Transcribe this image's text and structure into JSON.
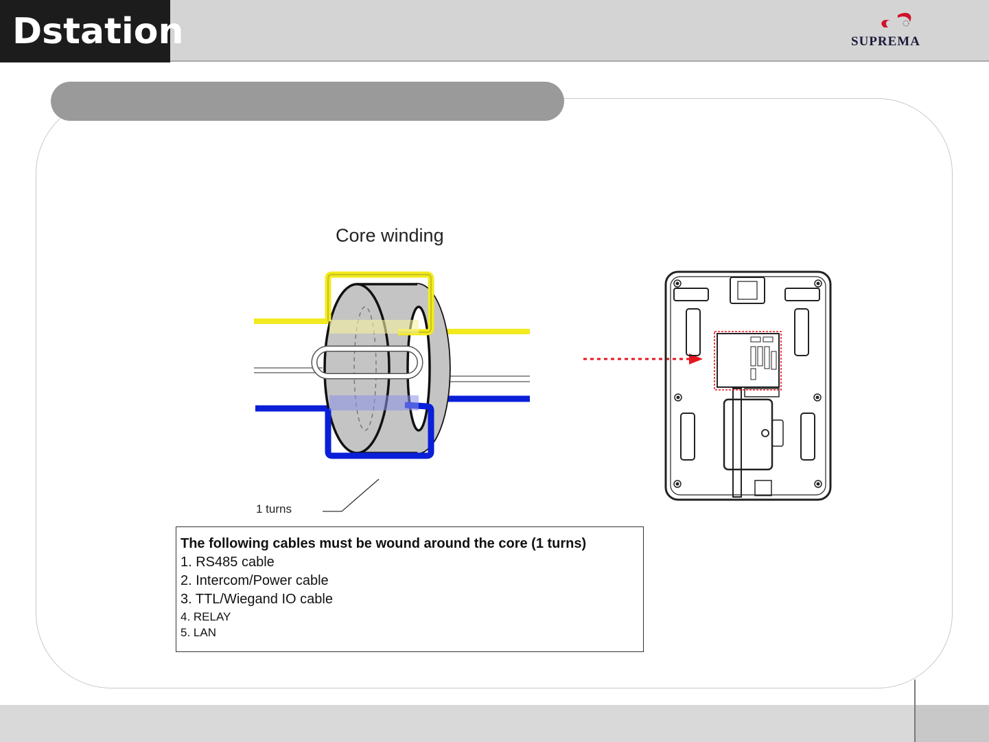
{
  "header": {
    "brand": "Dstation",
    "company_logo_text": "SUPREMA"
  },
  "section": {
    "title_pill_text": ""
  },
  "diagram": {
    "title": "Core winding",
    "turns_label": "1 turns",
    "cable_colors": {
      "yellow": "#f2ea1e",
      "white": "#ffffff",
      "blue": "#0a1fd8",
      "core": "#c4c4c4",
      "arrow": "#e8141c"
    }
  },
  "note": {
    "heading": "The following cables must be wound around the core (1 turns)",
    "items": [
      "1. RS485 cable",
      "2. Intercom/Power cable",
      "3. TTL/Wiegand IO cable",
      "4. RELAY",
      "5. LAN"
    ]
  },
  "footer": {
    "page_number": ""
  }
}
